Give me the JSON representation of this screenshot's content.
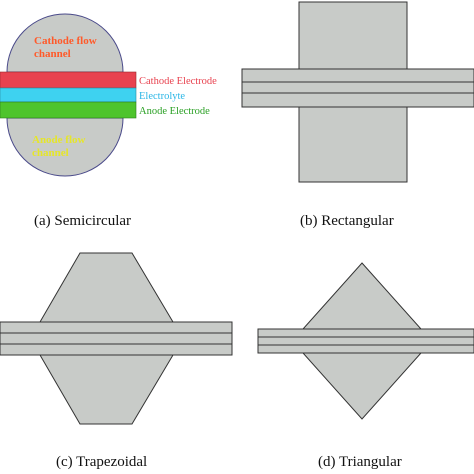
{
  "colors": {
    "fill": "#c8cbc8",
    "stroke": "#333333",
    "cathode": "#e8424f",
    "electrolyte": "#3ed2f0",
    "anode": "#4ec42c",
    "cathode_text": "#ff5a2a",
    "anode_text": "#e6e62a",
    "electrolyte_text": "#2ab6e6",
    "anode_electrode_text": "#2aa024"
  },
  "panels": {
    "a": {
      "caption": "(a)  Semicircular",
      "cathode_channel": [
        "Cathode flow",
        "channel"
      ],
      "anode_channel": [
        "Anode flow",
        "channel"
      ],
      "cathode_electrode": "Cathode Electrode",
      "electrolyte": "Electrolyte",
      "anode_electrode": "Anode Electrode"
    },
    "b": {
      "caption": "(b) Rectangular"
    },
    "c": {
      "caption": "(c)  Trapezoidal"
    },
    "d": {
      "caption": "(d) Triangular"
    }
  }
}
